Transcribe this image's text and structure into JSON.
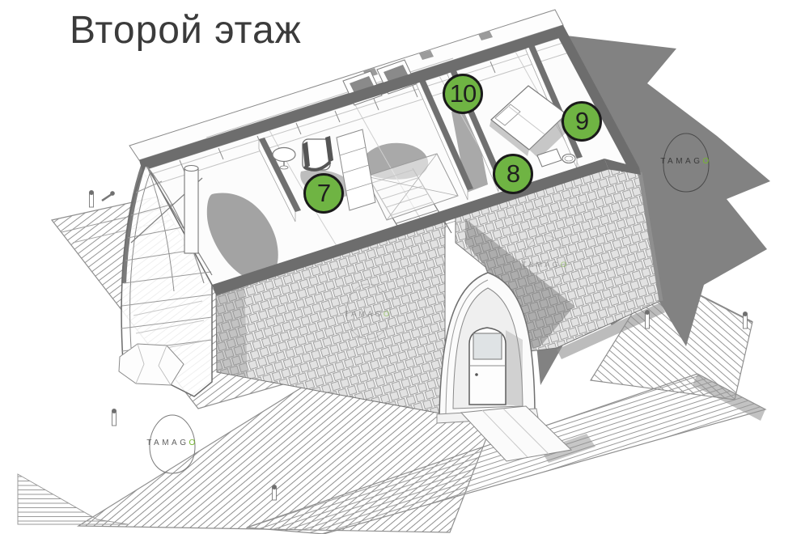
{
  "page": {
    "title": "Второй этаж",
    "background": "#ffffff"
  },
  "markers": [
    {
      "id": "room-7",
      "label": "7"
    },
    {
      "id": "room-8",
      "label": "8"
    },
    {
      "id": "room-9",
      "label": "9"
    },
    {
      "id": "room-10",
      "label": "10"
    }
  ],
  "logo": {
    "prefix": "TAMAG",
    "suffix": "O"
  },
  "colors": {
    "marker_fill": "#6fb443",
    "marker_border": "#1a1a1a",
    "marker_text": "#1f1f1f",
    "shadow_gray": "#828282",
    "wall_top_gray": "#6d6d6d",
    "title_color": "#3b3b3b",
    "logo_accent_green": "#76b82f",
    "logo_text_gray": "#404040",
    "line_gray": "#6f6f6f"
  }
}
